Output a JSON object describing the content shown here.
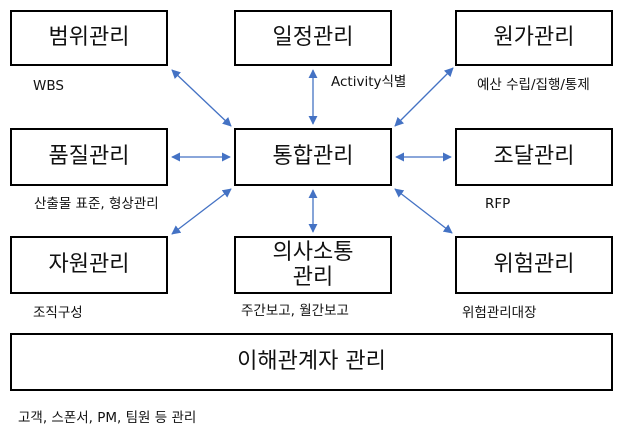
{
  "colors": {
    "arrow": "#4472C4",
    "box_border": "#000000"
  },
  "boxes": {
    "scope": "범위관리",
    "schedule": "일정관리",
    "cost": "원가관리",
    "quality": "품질관리",
    "integration": "통합관리",
    "procurement": "조달관리",
    "resource": "자원관리",
    "communication_line1": "의사소통",
    "communication_line2": "관리",
    "risk": "위험관리",
    "stakeholder": "이해관계자 관리"
  },
  "captions": {
    "scope": "WBS",
    "schedule": "Activity식별",
    "cost": "예산 수립/집행/통제",
    "quality": "산출물 표준, 형상관리",
    "procurement": "RFP",
    "resource": "조직구성",
    "communication": "주간보고, 월간보고",
    "risk": "위험관리대장",
    "stakeholder": "고객, 스폰서, PM, 팀원 등 관리"
  }
}
